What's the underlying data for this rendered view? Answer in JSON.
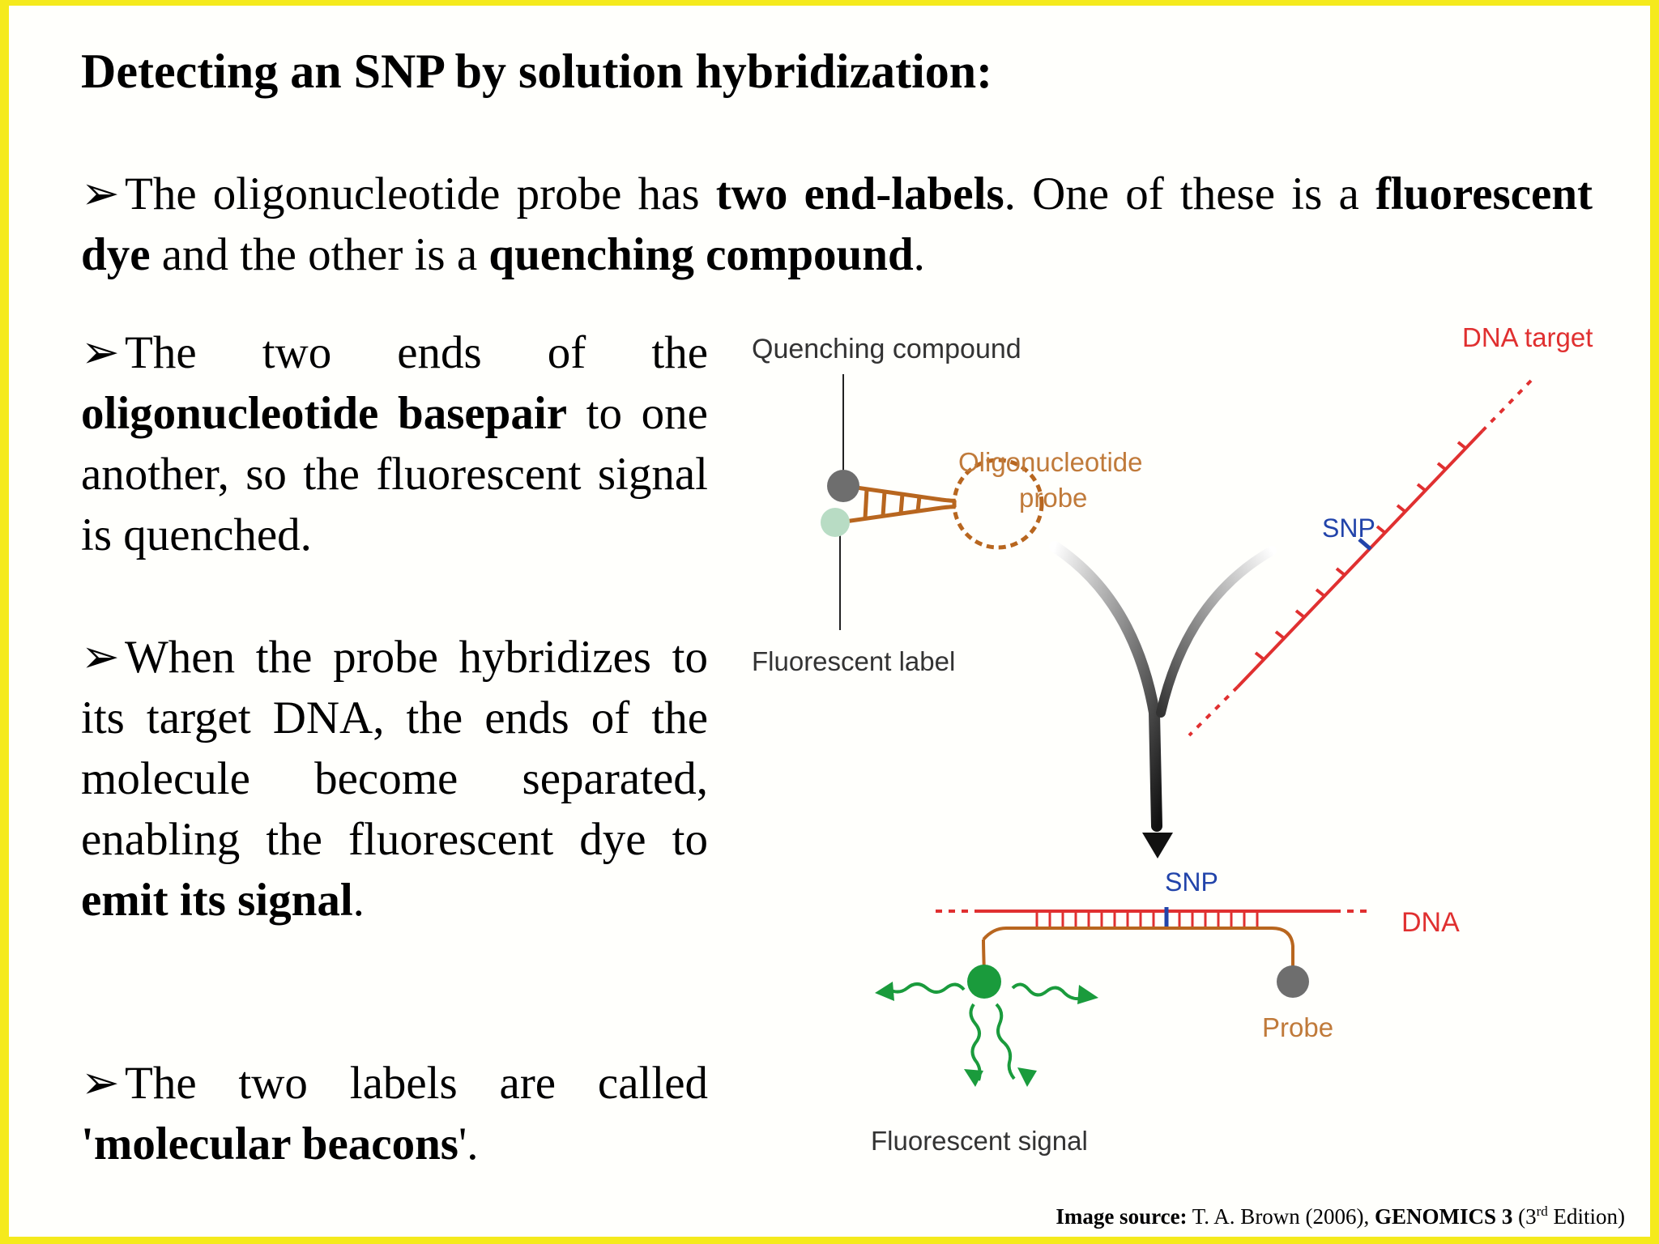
{
  "slide": {
    "title": "Detecting an SNP by solution hybridization:",
    "bullet_char": "➢",
    "paragraph1": {
      "t1": "The oligonucleotide probe has ",
      "b1": "two end-labels",
      "t2": ". One of these is a ",
      "b2": "fluorescent dye",
      "t3": " and the other is a ",
      "b3": "quenching compound",
      "t4": "."
    },
    "paragraph2": {
      "t1": "The two ends of the ",
      "b1": "oligonucleotide basepair",
      "t2": " to one another, so the fluorescent signal is quenched."
    },
    "paragraph3": {
      "t1": "When the probe hybridizes to its target DNA, the ends of the molecule become separated, enabling the fluorescent dye to ",
      "b1": "emit its signal",
      "t2": "."
    },
    "paragraph4": {
      "t1": "The two labels are called ",
      "b1": "'molecular beacons",
      "t2": "'."
    }
  },
  "diagram": {
    "labels": {
      "quenching_compound": "Quenching compound",
      "oligo_line1": "Oligonucleotide",
      "oligo_line2": "probe",
      "fluorescent_label": "Fluorescent label",
      "dna_target": "DNA target",
      "snp_top": "SNP",
      "snp_bottom": "SNP",
      "dna": "DNA",
      "probe": "Probe",
      "fluorescent_signal": "Fluorescent signal"
    },
    "colors": {
      "probe_brown": "#b8661f",
      "dna_red": "#e03030",
      "snp_blue": "#2244aa",
      "quencher_gray": "#6e6e6e",
      "fluor_green": "#1a9b3c",
      "faded_green": "#b8dcc4",
      "label_gray": "#333333",
      "probe_label_brown": "#c07a3a"
    }
  },
  "source": {
    "label": "Image source:",
    "text": " T. A. Brown (2006), ",
    "book": "GENOMICS 3",
    "edition_open": " (3",
    "edition_sup": "rd",
    "edition_close": " Edition)"
  }
}
